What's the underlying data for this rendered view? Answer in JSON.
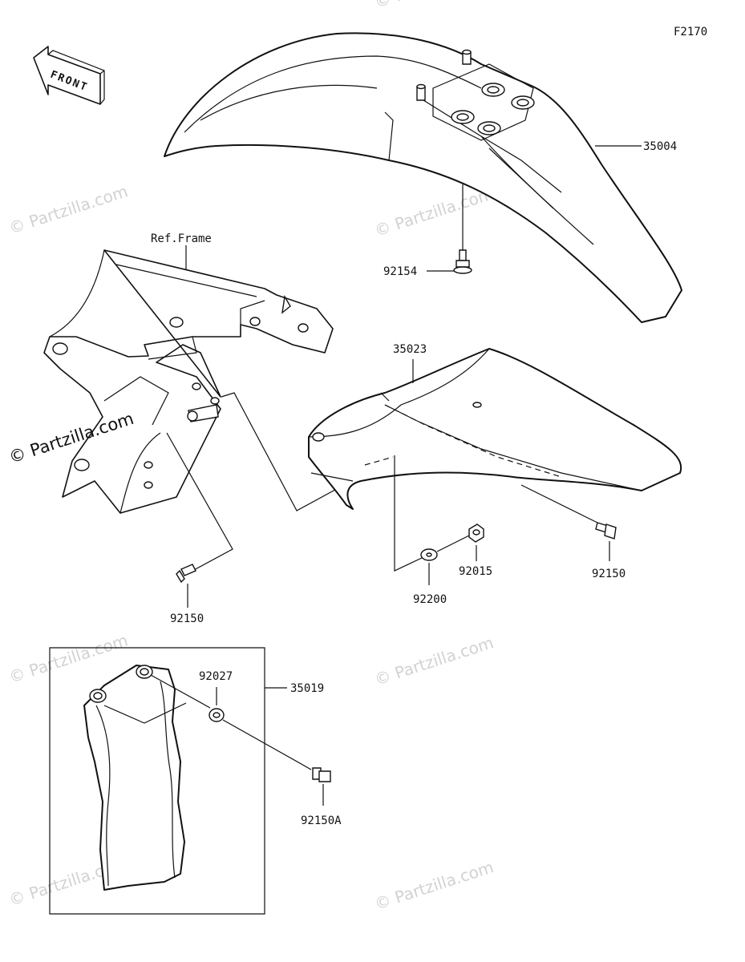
{
  "figure_code": "F2170",
  "front_arrow_label": "FRONT",
  "ref_frame_label": "Ref.Frame",
  "parts": {
    "front_fender": "35004",
    "fender_bolt_top": "92154",
    "inner_fender": "35023",
    "bolt_left": "92150",
    "washer": "92200",
    "nut": "92015",
    "bolt_right": "92150",
    "guard_set": "35019",
    "grommet": "92027",
    "guard_bolt": "92150A"
  },
  "watermarks": {
    "faint": "© Partzilla.com",
    "dark": "© Partzilla.com"
  },
  "colors": {
    "line": "#111111",
    "watermark": "#d2d2d2",
    "background": "#ffffff"
  }
}
